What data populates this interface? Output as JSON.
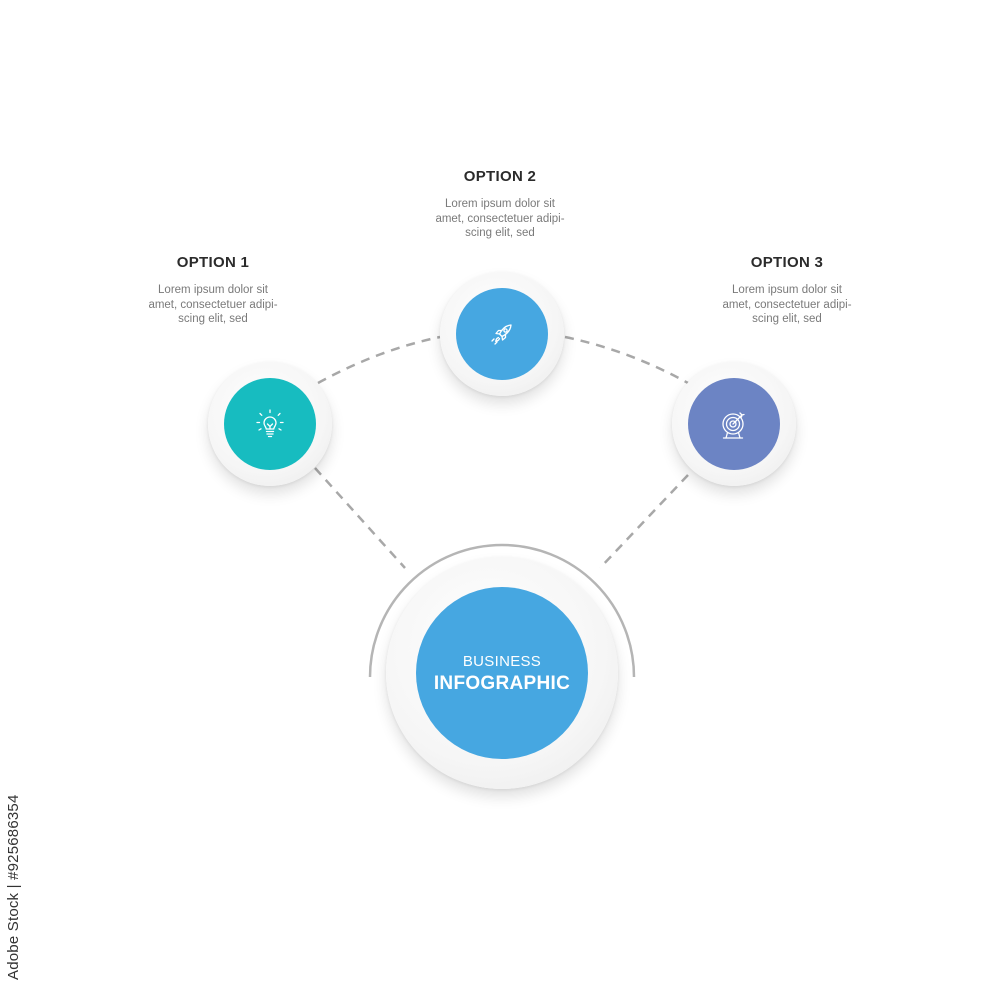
{
  "options": [
    {
      "title": "OPTION 1",
      "desc": [
        "Lorem ipsum dolor sit",
        "amet, consectetuer adipi-",
        "scing elit, sed"
      ],
      "icon": "lightbulb-icon",
      "color": "#17bcc0"
    },
    {
      "title": "OPTION 2",
      "desc": [
        "Lorem ipsum dolor sit",
        "amet, consectetuer adipi-",
        "scing elit, sed"
      ],
      "icon": "rocket-icon",
      "color": "#46a7e1"
    },
    {
      "title": "OPTION 3",
      "desc": [
        "Lorem ipsum dolor sit",
        "amet, consectetuer adipi-",
        "scing elit, sed"
      ],
      "icon": "target-icon",
      "color": "#6c84c4"
    }
  ],
  "center": {
    "subtitle": "BUSINESS",
    "title": "INFOGRAPHIC",
    "color": "#46a7e1"
  },
  "connector_color": "#a8a8a8",
  "watermark": "Adobe Stock | #925686354"
}
